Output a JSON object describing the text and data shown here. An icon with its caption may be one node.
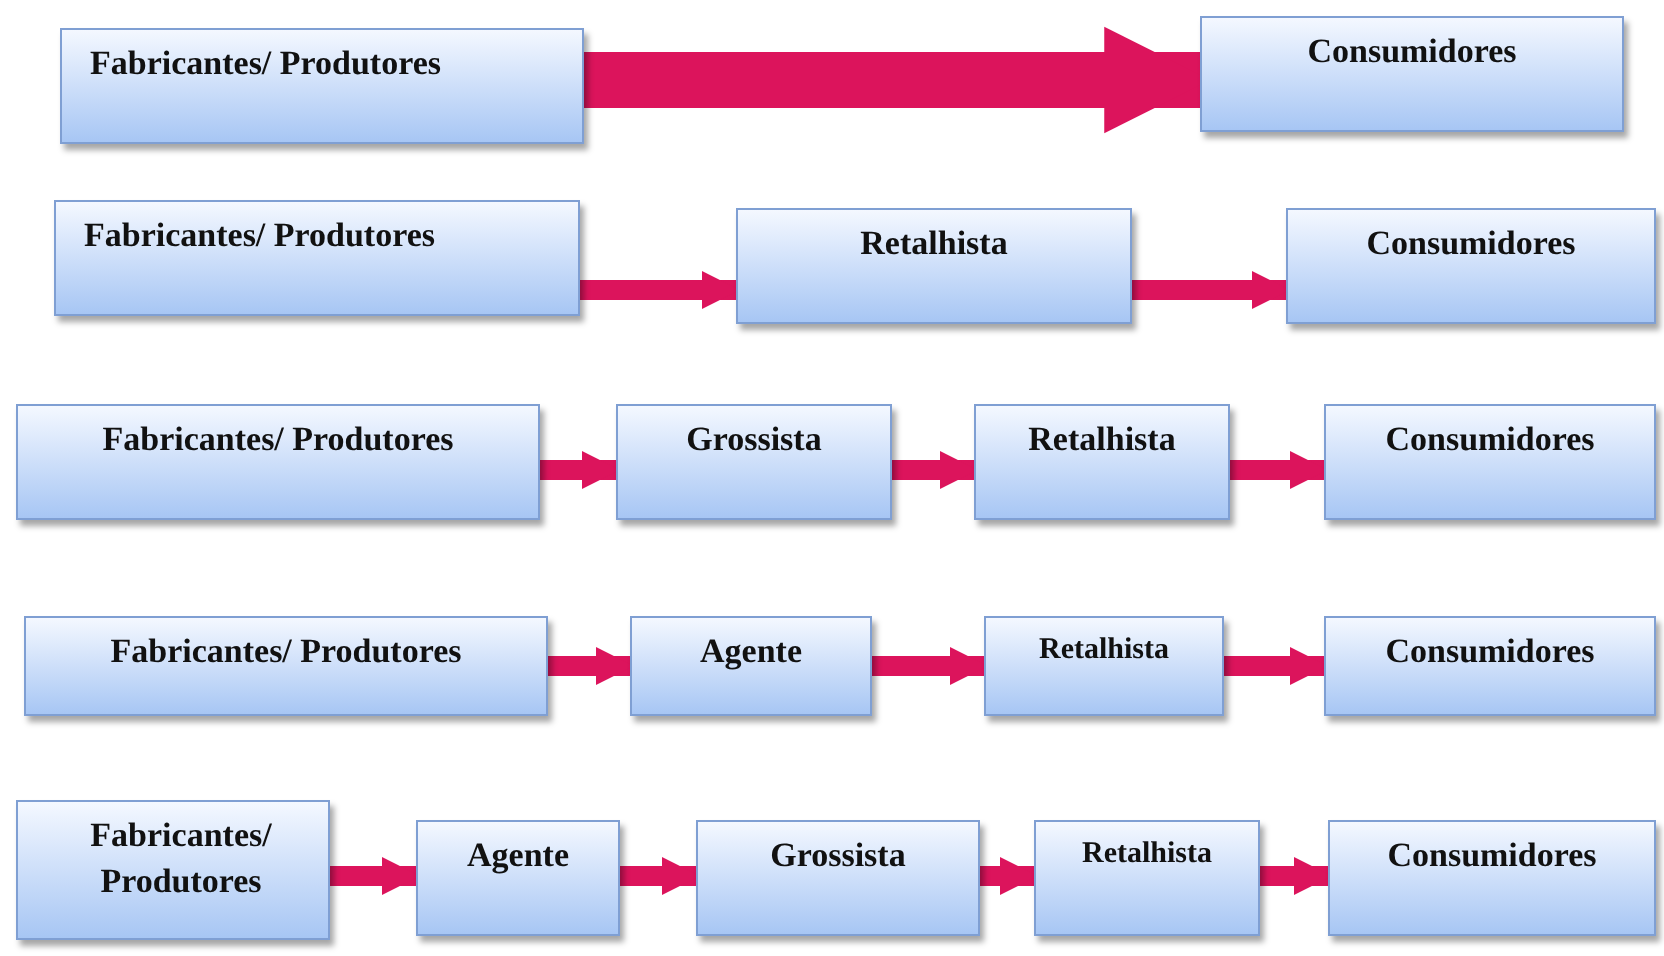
{
  "diagram": {
    "nodes": [
      {
        "text": [
          "Fabricantes/ Produtores"
        ]
      },
      {
        "text": [
          "Consumidores"
        ]
      },
      {
        "text": [
          "Fabricantes/ Produtores"
        ]
      },
      {
        "text": [
          "Retalhista"
        ]
      },
      {
        "text": [
          "Consumidores"
        ]
      },
      {
        "text": [
          "Fabricantes/ Produtores"
        ]
      },
      {
        "text": [
          "Grossista"
        ]
      },
      {
        "text": [
          "Retalhista"
        ]
      },
      {
        "text": [
          "Consumidores"
        ]
      },
      {
        "text": [
          "Fabricantes/ Produtores"
        ]
      },
      {
        "text": [
          "Agente"
        ]
      },
      {
        "text": [
          "Retalhista"
        ]
      },
      {
        "text": [
          "Consumidores"
        ]
      },
      {
        "text": [
          "Fabricantes/ Produtores"
        ]
      },
      {
        "text": [
          "Agente"
        ]
      },
      {
        "text": [
          "Grossista"
        ]
      },
      {
        "text": [
          "Retalhista"
        ]
      },
      {
        "text": [
          "Consumidores"
        ]
      }
    ],
    "edges": [
      {
        "from": 0,
        "to": 1,
        "arrow": "to",
        "style": "thick"
      },
      {
        "from": 2,
        "to": 3,
        "arrow": "to"
      },
      {
        "from": 3,
        "to": 4,
        "arrow": "to"
      },
      {
        "from": 5,
        "to": 6,
        "arrow": "to"
      },
      {
        "from": 6,
        "to": 7,
        "arrow": "to"
      },
      {
        "from": 7,
        "to": 8,
        "arrow": "to"
      },
      {
        "from": 9,
        "to": 10,
        "arrow": "to"
      },
      {
        "from": 10,
        "to": 11,
        "arrow": "to"
      },
      {
        "from": 11,
        "to": 12,
        "arrow": "to"
      },
      {
        "from": 13,
        "to": 14,
        "arrow": "to"
      },
      {
        "from": 14,
        "to": 15,
        "arrow": "to"
      },
      {
        "from": 15,
        "to": 16,
        "arrow": "to"
      },
      {
        "from": 16,
        "to": 17,
        "arrow": "to"
      }
    ]
  }
}
